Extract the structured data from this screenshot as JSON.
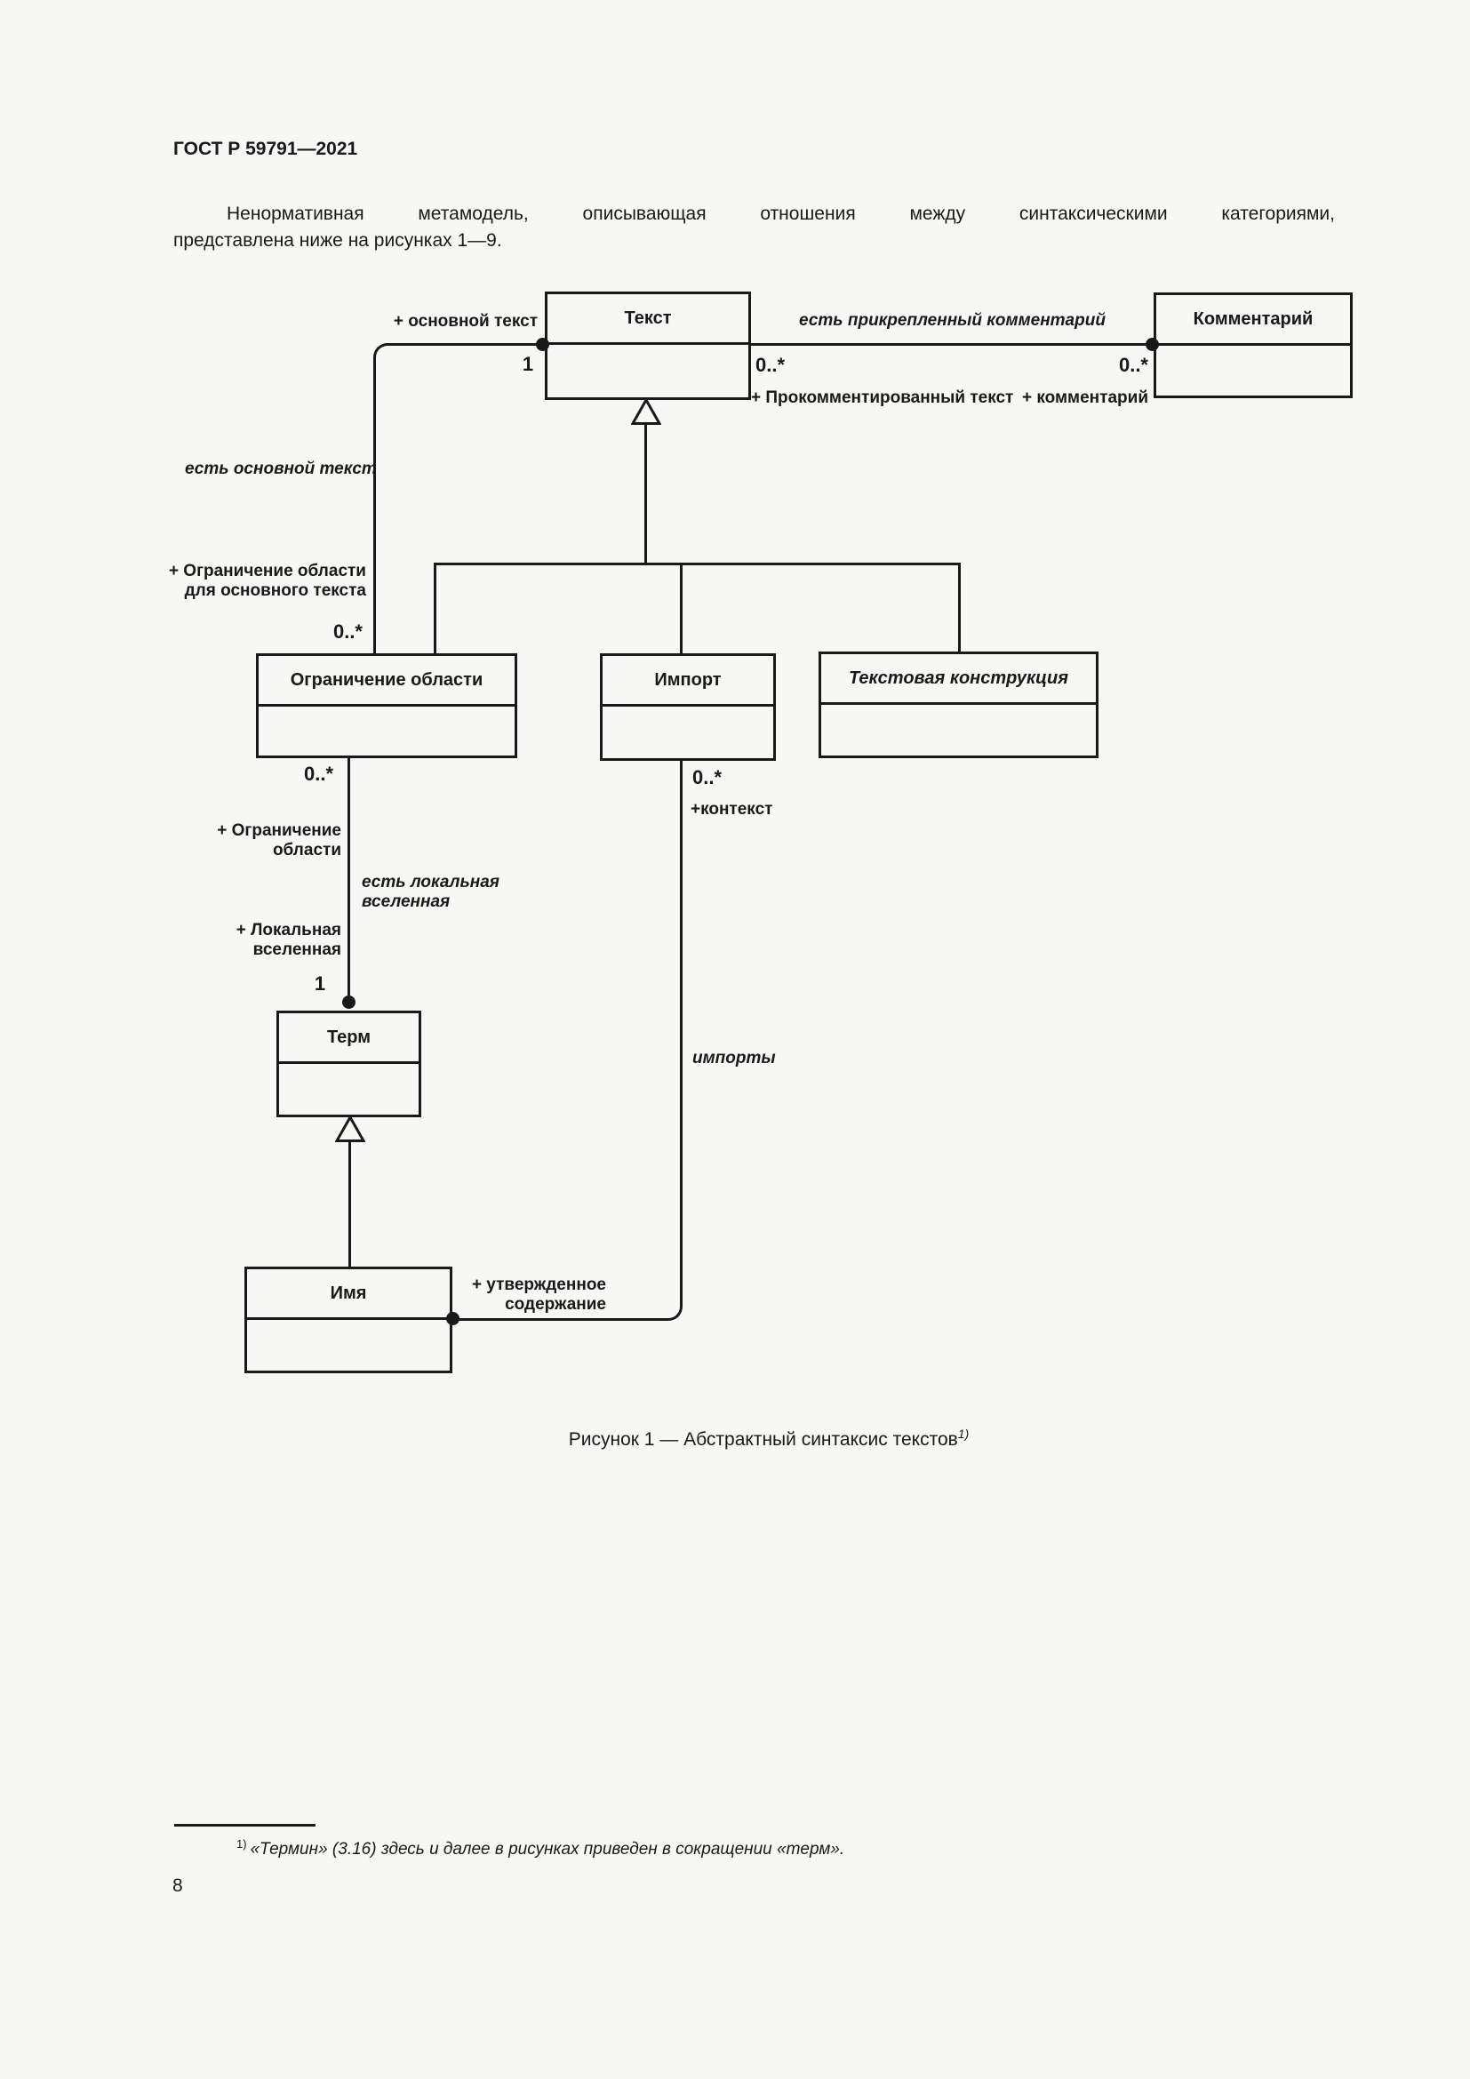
{
  "page": {
    "header": "ГОСТ Р 59791—2021",
    "intro_line_1": "Ненормативная метамодель, описывающая отношения между синтаксическими категориями,",
    "intro_line_2": "представлена ниже на рисунках 1—9.",
    "caption": {
      "text": "Рисунок 1 — Абстрактный синтаксис текстов",
      "footnote_ref": "1)"
    },
    "footnote": {
      "marker": "1)",
      "text": "«Термин» (3.16) здесь и далее в рисунках приведен в сокращении «терм»."
    },
    "page_number": "8"
  },
  "diagram": {
    "classes": {
      "tekst": "Текст",
      "kommentarij": "Комментарий",
      "ogranichenie_oblasti": "Ограничение области",
      "import": "Импорт",
      "tekstovaya_konstrukciya": "Текстовая конструкция",
      "term": "Терм",
      "imya": "Имя"
    },
    "labels": {
      "plus_osnovnoj_tekst": "+ основной текст",
      "one_tekst": "1",
      "est_prikreplennyj_kommentarij": "есть прикрепленный комментарий",
      "mult_prokommentirovannyj": "0..*",
      "plus_prokommentirovannyj": "+ Прокомментированный текст",
      "mult_kommentarij": "0..*",
      "plus_kommentarij": "+ комментарий",
      "est_osnovnoj_tekst": "есть основной текст",
      "plus_ogranichenie_dlya_1": "+ Ограничение области",
      "plus_ogranichenie_dlya_2": "для основного текста",
      "mult_ogranichenie_top": "0..*",
      "mult_ogranichenie_bottom": "0..*",
      "plus_ogranichenie_1": "+ Ограничение",
      "plus_ogranichenie_2": "области",
      "est_lokalnaya_1": "есть локальная",
      "est_lokalnaya_2": "вселенная",
      "plus_lokalnaya_1": "+ Локальная",
      "plus_lokalnaya_2": "вселенная",
      "one_term": "1",
      "mult_kontekst": "0..*",
      "plus_kontekst": "+контекст",
      "importy": "импорты",
      "plus_utverzhdennoe_1": "+ утвержденное",
      "plus_utverzhdennoe_2": "содержание"
    }
  },
  "colors": {
    "ink": "#191919",
    "paper": "#f7f7f5"
  }
}
